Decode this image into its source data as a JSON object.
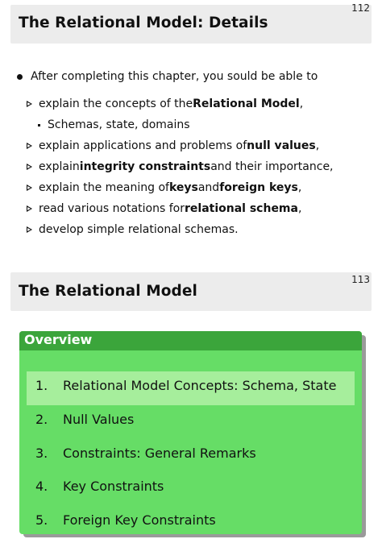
{
  "slide1": {
    "number": "112",
    "title": "The Relational Model: Details",
    "intro": "After completing this chapter, you sould be able to",
    "goals": [
      {
        "pre": "explain the concepts of the ",
        "bold": "Relational Model",
        "post": ","
      },
      {
        "pre": "Schemas, state, domains",
        "bold": "",
        "post": ""
      },
      {
        "pre": "explain applications and problems of ",
        "bold": "null values",
        "post": ","
      },
      {
        "pre": "explain ",
        "bold": "integrity constraints",
        "post": " and their importance,"
      },
      {
        "pre": "explain the meaning of ",
        "bold": "keys",
        "mid": " and ",
        "bold2": "foreign keys",
        "post": ","
      },
      {
        "pre": "read various notations for ",
        "bold": "relational schema",
        "post": ","
      },
      {
        "pre": "develop simple relational schemas.",
        "bold": "",
        "post": ""
      }
    ]
  },
  "slide2": {
    "number": "113",
    "title": "The Relational Model",
    "block_title": "Overview",
    "items": [
      {
        "num": "1.",
        "label": "Relational Model Concepts: Schema, State"
      },
      {
        "num": "2.",
        "label": "Null Values"
      },
      {
        "num": "3.",
        "label": "Constraints: General Remarks"
      },
      {
        "num": "4.",
        "label": "Key Constraints"
      },
      {
        "num": "5.",
        "label": "Foreign Key Constraints"
      }
    ]
  },
  "colors": {
    "block_background": "#66dd66",
    "block_title_bar": "#3ba53b",
    "current_item_highlight": "#a6ee9c",
    "header_bar": "#ececec"
  }
}
